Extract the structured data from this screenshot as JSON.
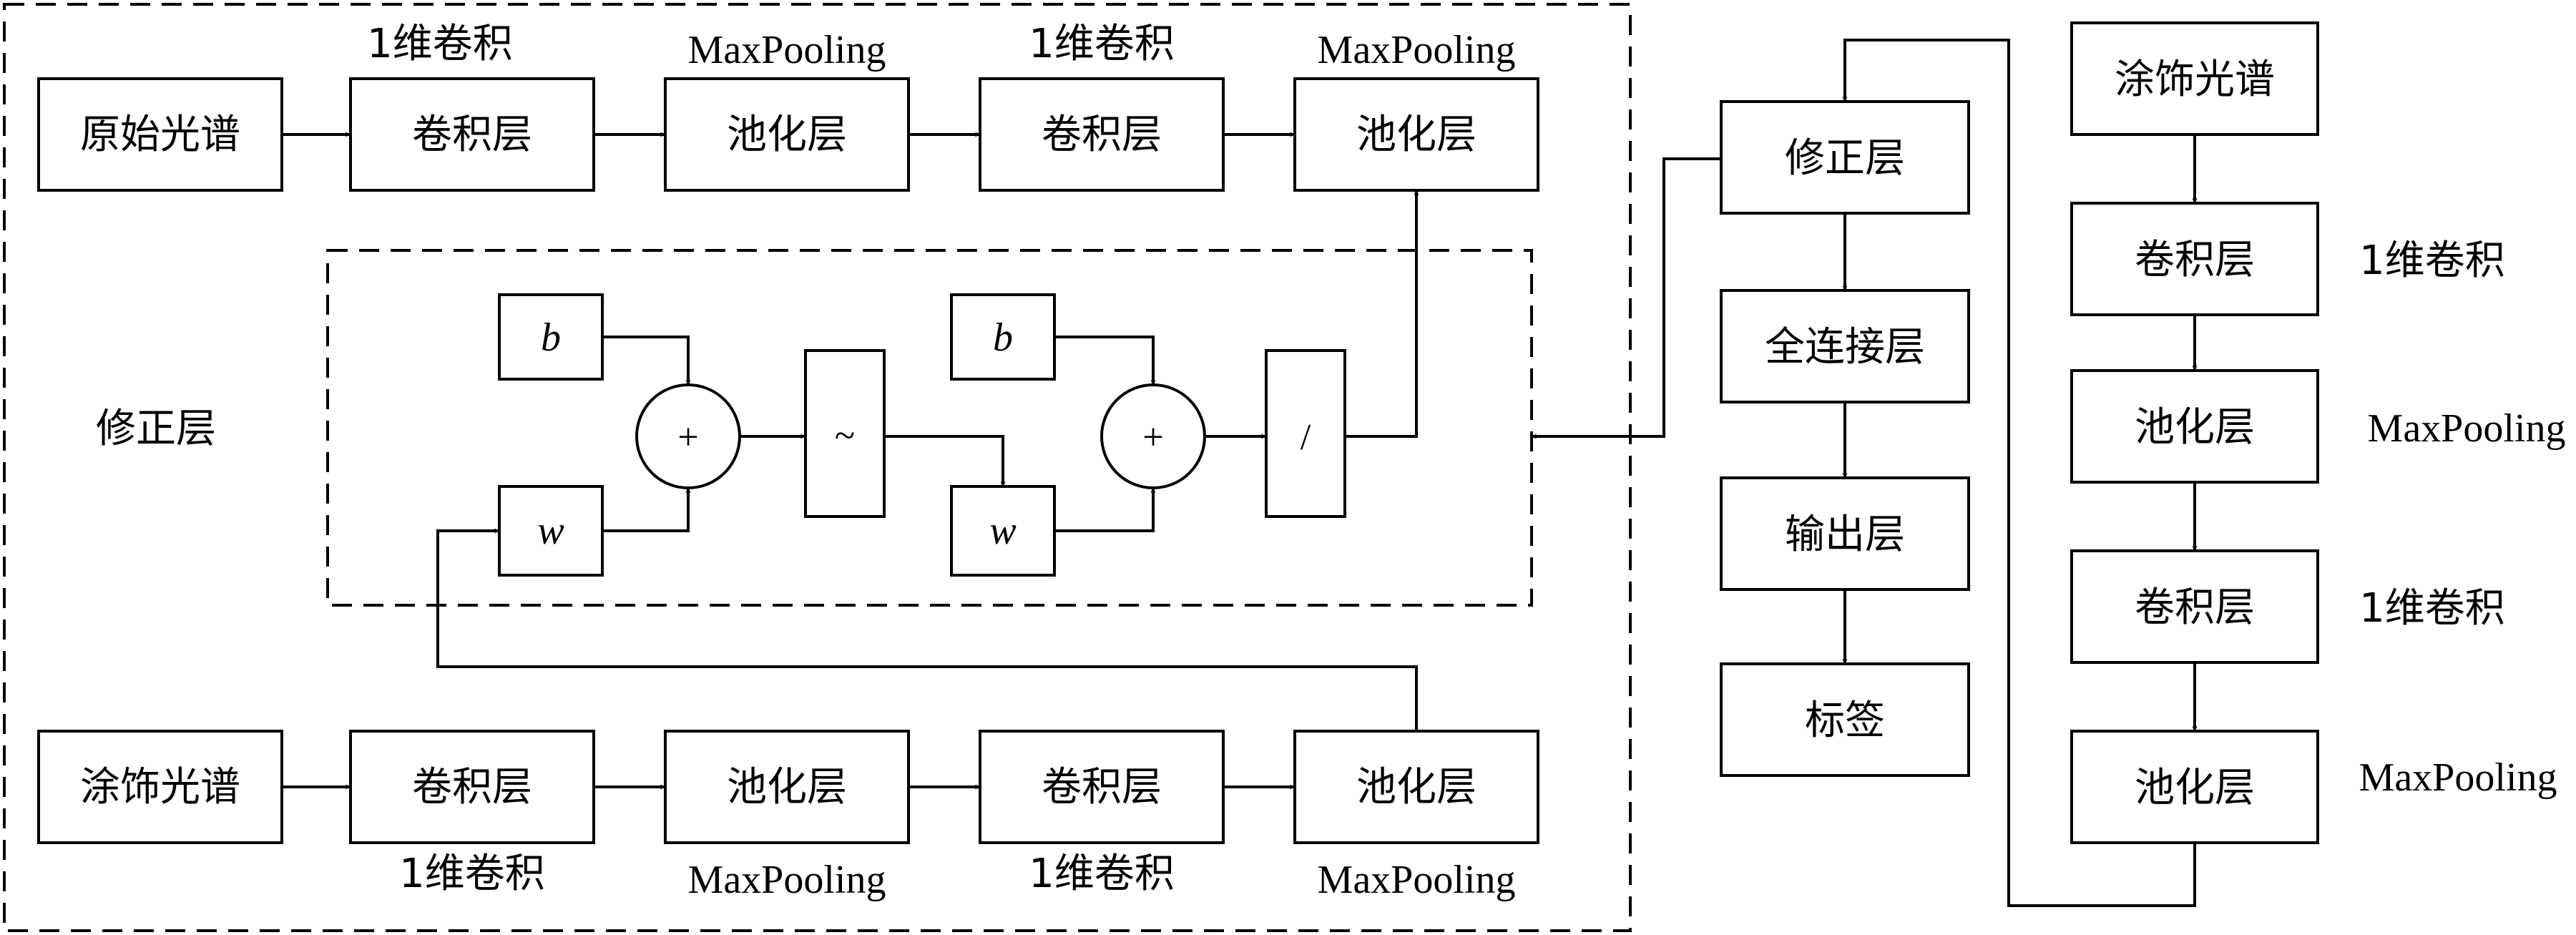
{
  "labels": {
    "raw_spectrum": "原始光谱",
    "coated_spectrum": "涂饰光谱",
    "conv_layer": "卷积层",
    "pool_layer": "池化层",
    "conv_1d": "1维卷积",
    "max_pooling": "MaxPooling",
    "correction_layer": "修正层",
    "fully_connected_layer": "全连接层",
    "output_layer": "输出层",
    "label_node": "标签",
    "bias": "b",
    "weight": "w",
    "plus": "+",
    "tilde": "~",
    "divide": "/"
  }
}
